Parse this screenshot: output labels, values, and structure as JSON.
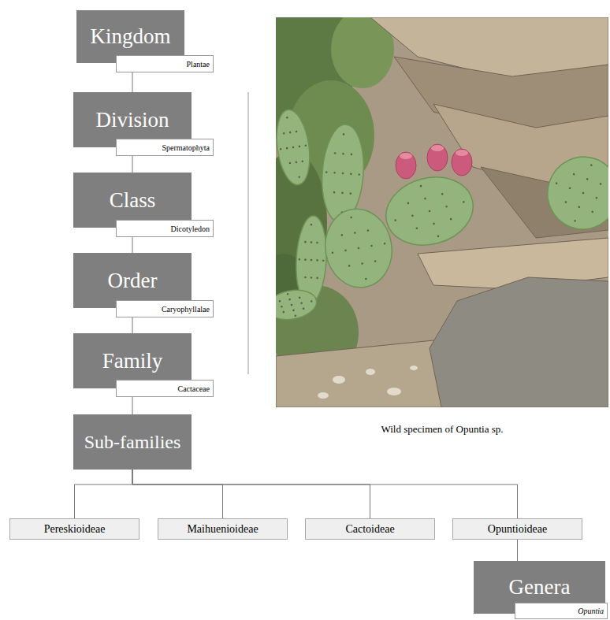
{
  "diagram": {
    "nodes": [
      {
        "text": [
          "Kingdom"
        ]
      },
      {
        "text": [
          "Plantae"
        ]
      },
      {
        "text": [
          "Division"
        ]
      },
      {
        "text": [
          "Spermatophyta"
        ]
      },
      {
        "text": [
          "Class"
        ]
      },
      {
        "text": [
          "Dicotyledon"
        ]
      },
      {
        "text": [
          "Order"
        ]
      },
      {
        "text": [
          "Caryophyllalae"
        ]
      },
      {
        "text": [
          "Family"
        ]
      },
      {
        "text": [
          "Cactaceae"
        ]
      },
      {
        "text": [
          "Sub-families"
        ]
      },
      {
        "text": [
          "Pereskioideae"
        ]
      },
      {
        "text": [
          "Maihuenioideae"
        ]
      },
      {
        "text": [
          "Cactoideae"
        ]
      },
      {
        "text": [
          "Opuntioideae"
        ]
      },
      {
        "text": [
          "Genera"
        ]
      },
      {
        "text": [
          "Opuntia"
        ]
      }
    ],
    "edges": [
      {
        "from": 1,
        "to": 2,
        "arrow": "none"
      },
      {
        "from": 3,
        "to": 4,
        "arrow": "none"
      },
      {
        "from": 5,
        "to": 6,
        "arrow": "none"
      },
      {
        "from": 7,
        "to": 8,
        "arrow": "none"
      },
      {
        "from": 9,
        "to": 10,
        "arrow": "none"
      },
      {
        "from": 10,
        "to": 11,
        "arrow": "none"
      },
      {
        "from": 10,
        "to": 12,
        "arrow": "none"
      },
      {
        "from": 10,
        "to": 13,
        "arrow": "none"
      },
      {
        "from": 10,
        "to": 14,
        "arrow": "none"
      },
      {
        "from": 14,
        "to": 15,
        "arrow": "none"
      }
    ],
    "labels": [
      "Wild specimen of Opuntia sp."
    ]
  }
}
